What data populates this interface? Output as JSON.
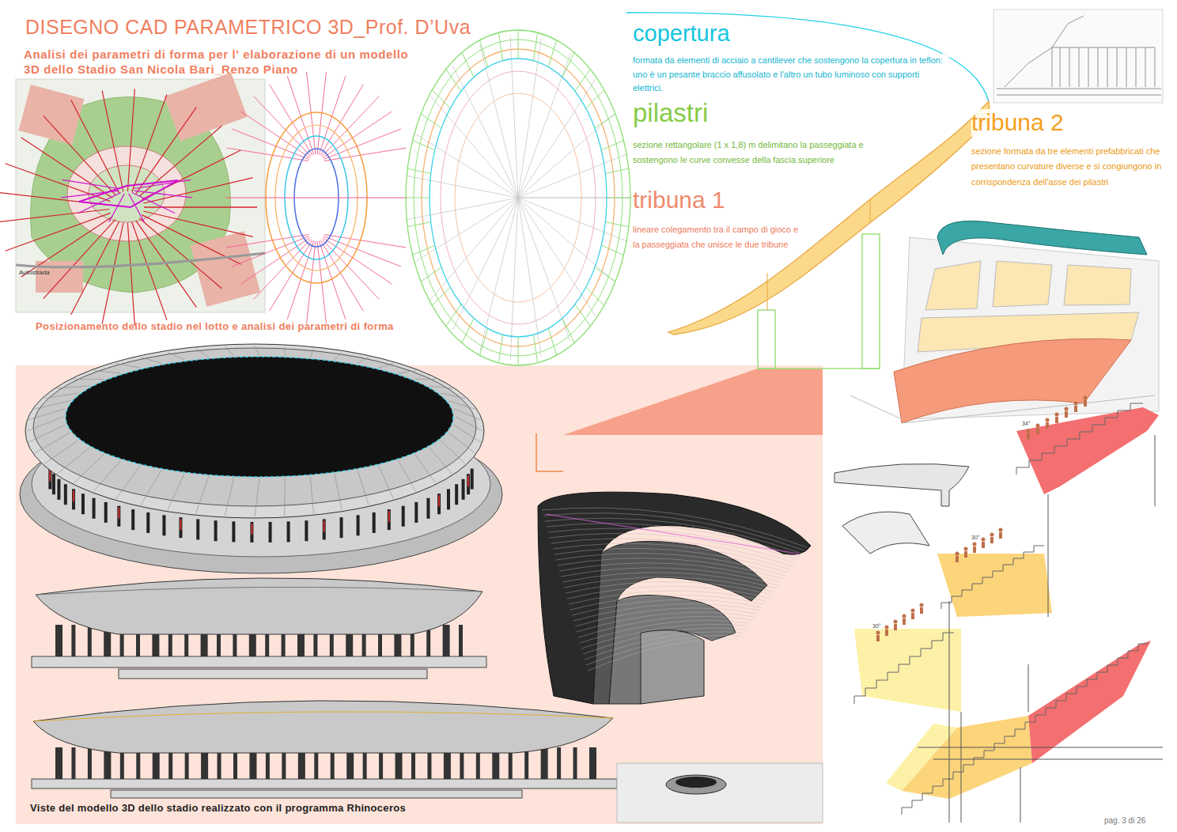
{
  "diagram": {
    "title": "DISEGNO CAD PARAMETRICO 3D_Prof. D’Uva",
    "labels": [
      "Analisi dei parametri di forma per l' elaborazione di un modello 3D dello Stadio San Nicola Bari_Renzo Piano",
      "Autostrada",
      "Posizionamento dello stadio nel lotto e analisi dei parametri di forma",
      "copertura",
      "formata da elementi di acciaio a cantilever che sostengono la copertura in teflon:  uno è un pesante braccio affusolato e l'altro un tubo luminoso con supporti elettrici.",
      "pilastri",
      "sezione rettangolare (1 x 1,8) m delimitano la passeggiata e sostengono le curve convesse della fascia superiore",
      "tribuna 1",
      "lineare colegamento tra il campo di gioco e la passeggiata che unisce le due tribune",
      "tribuna 2",
      "sezione formata da tre elementi prefabbricati che presentano curvature diverse e si congiungono in corrispondenza dell'asse dei pilastri",
      "34°",
      "30°",
      "30°",
      "Viste del modello 3D dello stadio realizzato con il programma Rhinoceros",
      "pag. 3 di 26"
    ]
  }
}
